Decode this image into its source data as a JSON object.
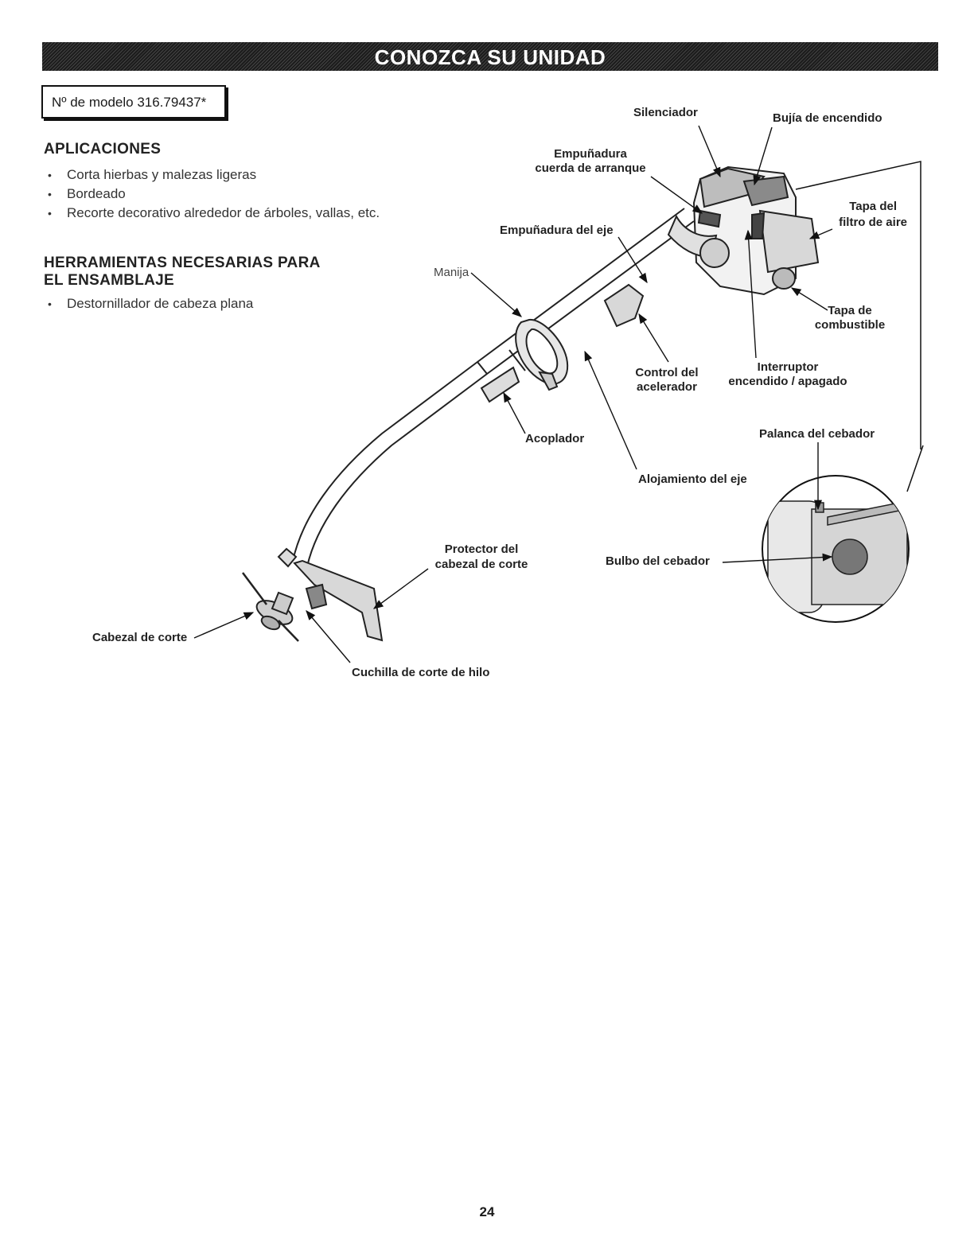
{
  "banner": {
    "title": "CONOZCA SU UNIDAD"
  },
  "model": {
    "label": "Nº de modelo 316.79437*"
  },
  "applications": {
    "heading": "APLICACIONES",
    "items": [
      "Corta hierbas y malezas ligeras",
      "Bordeado",
      "Recorte decorativo alrededor de árboles, vallas, etc."
    ]
  },
  "tools": {
    "heading_line1": "HERRAMIENTAS NECESARIAS PARA",
    "heading_line2": "EL ENSAMBLAJE",
    "items": [
      "Destornillador de cabeza plana"
    ]
  },
  "diagram": {
    "labels": {
      "silenciador": "Silenciador",
      "bujia": "Bujía de encendido",
      "empunadura_cuerda_1": "Empuñadura",
      "empunadura_cuerda_2": "cuerda de arranque",
      "tapa_filtro_1": "Tapa del",
      "tapa_filtro_2": "filtro de aire",
      "empunadura_eje": "Empuñadura del eje",
      "manija": "Manija",
      "tapa_combustible_1": "Tapa de",
      "tapa_combustible_2": "combustible",
      "control_acelerador_1": "Control del",
      "control_acelerador_2": "acelerador",
      "interruptor_1": "Interruptor",
      "interruptor_2": "encendido / apagado",
      "acoplador": "Acoplador",
      "palanca_cebador": "Palanca del cebador",
      "alojamiento_eje": "Alojamiento del eje",
      "protector_1": "Protector del",
      "protector_2": "cabezal de corte",
      "bulbo_cebador": "Bulbo del cebador",
      "cabezal_corte": "Cabezal de corte",
      "cuchilla": "Cuchilla de corte de hilo"
    }
  },
  "page": {
    "number": "24"
  }
}
